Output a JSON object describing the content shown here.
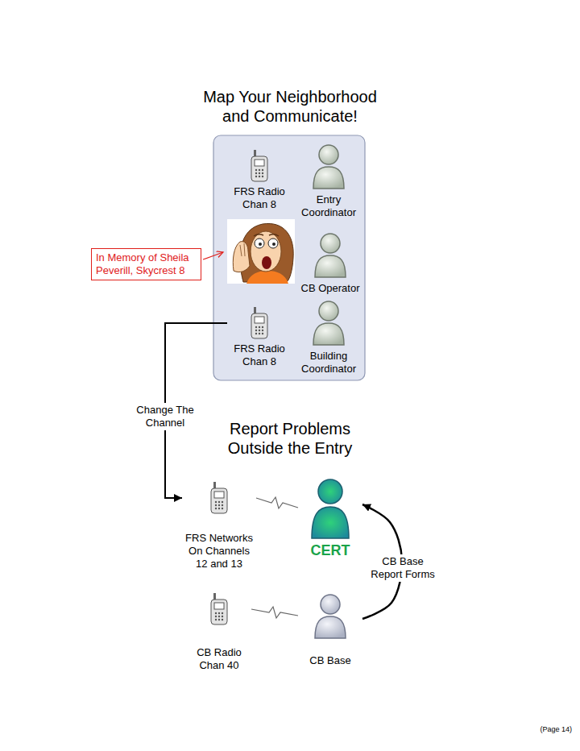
{
  "diagram": {
    "title": "Map Your Neighborhood and Communicate!",
    "nodes": [
      {
        "text": [
          "FRS Radio Chan 8"
        ]
      },
      {
        "text": [
          "Entry Coordinator"
        ]
      },
      {
        "text": [
          "In Memory of Sheila Peverill, Skycrest 8"
        ]
      },
      {
        "text": [
          "CB Operator"
        ]
      },
      {
        "text": [
          "FRS Radio Chan 8"
        ]
      },
      {
        "text": [
          "Building Coordinator"
        ]
      },
      {
        "text": [
          "FRS Networks On Channels 12 and 13"
        ]
      },
      {
        "text": [
          "CERT"
        ]
      },
      {
        "text": [
          "CB Radio Chan 40"
        ]
      },
      {
        "text": [
          "CB Base"
        ]
      }
    ],
    "edges": [
      {
        "from": 4,
        "to": 6,
        "arrow": "to",
        "label": "Change The Channel"
      },
      {
        "from": 6,
        "to": 7,
        "arrow": "none"
      },
      {
        "from": 8,
        "to": 9,
        "arrow": "none"
      },
      {
        "from": 9,
        "to": 7,
        "arrow": "to",
        "label": "CB Base Report Forms"
      }
    ],
    "labels": [
      "Report Problems Outside the Entry",
      "(Page 14)"
    ]
  }
}
